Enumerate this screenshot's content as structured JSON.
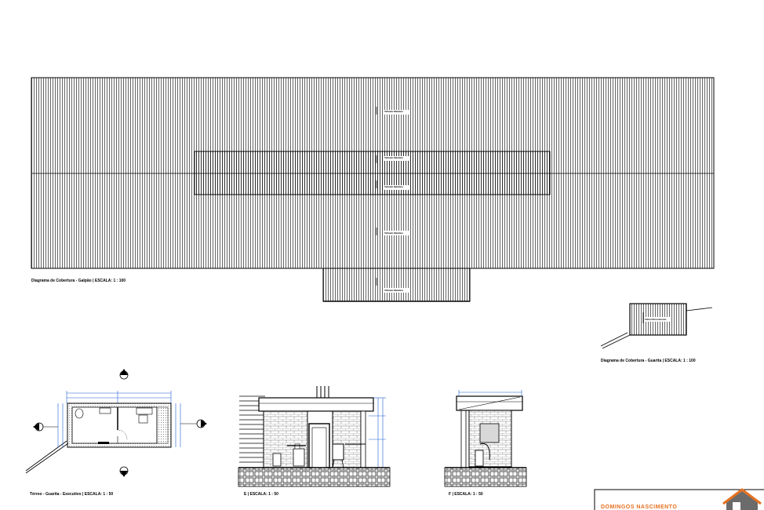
{
  "sheet": {
    "captions": {
      "roof_galpao": "Diagrama de Cobertura - Galpão | ESCALA: 1 : 100",
      "roof_guarita": "Diagrama de Cobertura - Guarita | ESCALA: 1 : 100",
      "ground_floor": "Térreo - Guarita - Executivo | ESCALA: 1 : 50",
      "section_e": "E | ESCALA: 1 : 50",
      "section_f": "F | ESCALA: 1 : 50"
    },
    "roof_labels": [
      "Telhado Metálico",
      "Telhado Metálico",
      "Telhado Metálico",
      "Telhado Metálico",
      "Telhado Metálico"
    ],
    "guarita_roof_label": "Telha Fibrocimento",
    "title_block": {
      "brand": "DOMINGOS NASCIMENTO"
    },
    "colors": {
      "line": "#000000",
      "dimension": "#1f5fd6",
      "brand": "#e6711f",
      "logo_gray": "#6b6b6b"
    }
  }
}
